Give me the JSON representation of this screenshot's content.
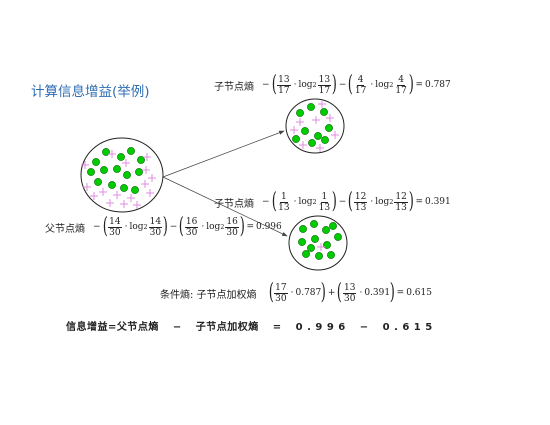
{
  "title": "计算信息增益(举例)",
  "parent": {
    "label": "父节点熵",
    "term1": {
      "n": "14",
      "d": "30",
      "ln": "14",
      "ld": "30"
    },
    "term2": {
      "n": "16",
      "d": "30",
      "ln": "16",
      "ld": "30"
    },
    "result": "0.996"
  },
  "child1": {
    "label": "子节点熵",
    "term1": {
      "n": "13",
      "d": "17",
      "ln": "13",
      "ld": "17"
    },
    "term2": {
      "n": "4",
      "d": "17",
      "ln": "4",
      "ld": "17"
    },
    "result": "0.787"
  },
  "child2": {
    "label": "子节点熵",
    "term1": {
      "n": "1",
      "d": "13",
      "ln": "1",
      "ld": "13"
    },
    "term2": {
      "n": "12",
      "d": "13",
      "ln": "12",
      "ld": "13"
    },
    "result": "0.391"
  },
  "weighted": {
    "label": "条件熵: 子节点加权熵",
    "term1": {
      "n": "17",
      "d": "30",
      "val": "0.787"
    },
    "term2": {
      "n": "13",
      "d": "30",
      "val": "0.391"
    },
    "result": "0.615"
  },
  "log_symbol": "log",
  "log_base": "2",
  "gain": {
    "lhs": "信息增益",
    "eq": "=",
    "parent": "父节点熵",
    "minus": "−",
    "child": "子节点加权熵",
    "eq2": "=",
    "v1": "0 . 9 9 6",
    "minus2": "−",
    "v2": "0 . 6 1 5"
  },
  "colors": {
    "dot": "#00cc00",
    "dot_stroke": "#006600",
    "plus": "#e08ce0",
    "title": "#2f6db3"
  }
}
